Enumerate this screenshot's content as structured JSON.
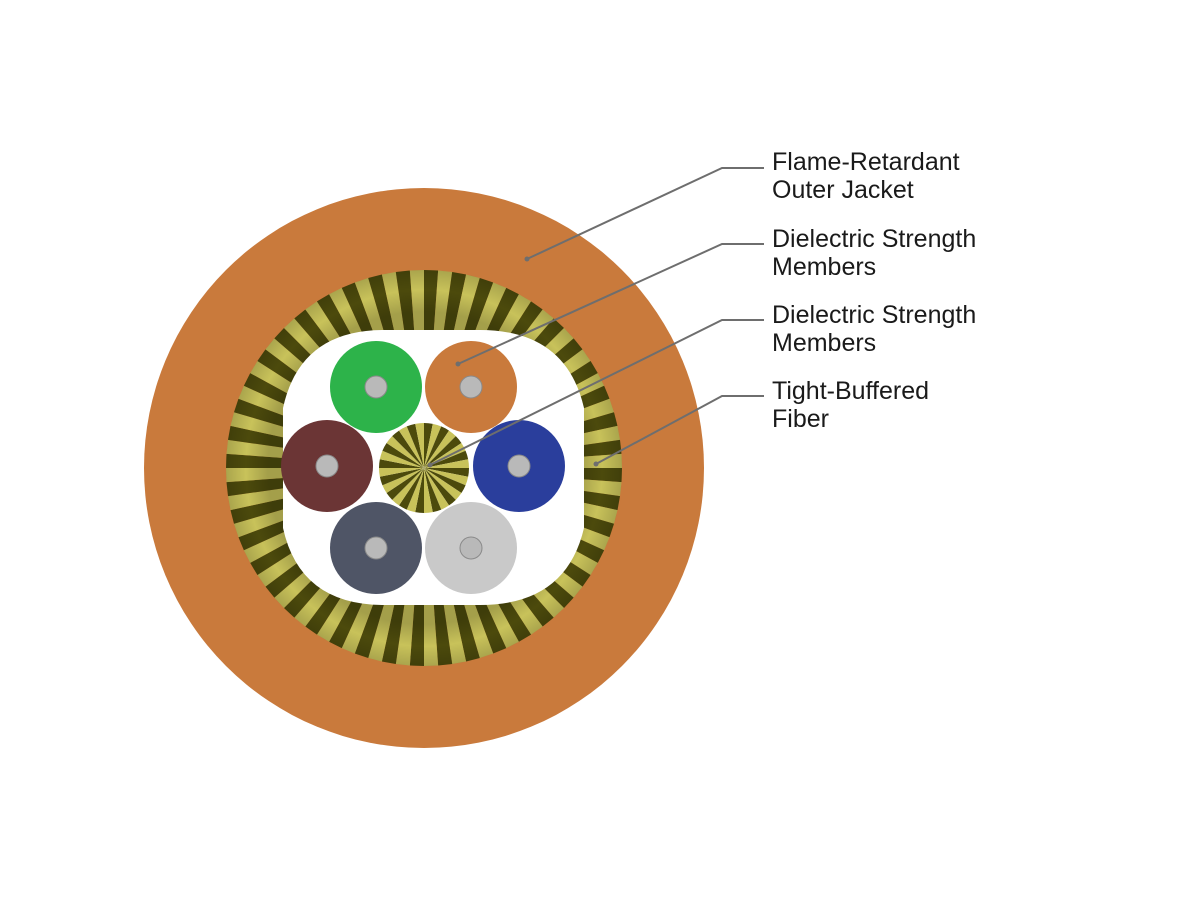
{
  "colors": {
    "background": "#ffffff",
    "outer_jacket": "#c97a3c",
    "strength_member_dark": "#4c4a0c",
    "strength_member_light": "#c8c25a",
    "core_fill": "#ffffff",
    "fiber_core": "#b9b9b9",
    "leader_line": "#6e6e6e",
    "label_text": "#1a1a1a"
  },
  "labels": [
    {
      "id": "jacket",
      "lines": [
        "Flame-Retardant",
        "Outer Jacket"
      ]
    },
    {
      "id": "strength-1",
      "lines": [
        "Dielectric Strength",
        "Members"
      ]
    },
    {
      "id": "strength-2",
      "lines": [
        "Dielectric Strength",
        "Members"
      ]
    },
    {
      "id": "fiber",
      "lines": [
        "Tight-Buffered",
        "Fiber"
      ]
    }
  ],
  "fibers": [
    {
      "name": "green",
      "color": "#2db34a"
    },
    {
      "name": "orange",
      "color": "#c97a3c"
    },
    {
      "name": "brown",
      "color": "#6b3535"
    },
    {
      "name": "blue",
      "color": "#2a3e9c"
    },
    {
      "name": "slate",
      "color": "#4f5566"
    },
    {
      "name": "white",
      "color": "#c9c9c9"
    }
  ]
}
